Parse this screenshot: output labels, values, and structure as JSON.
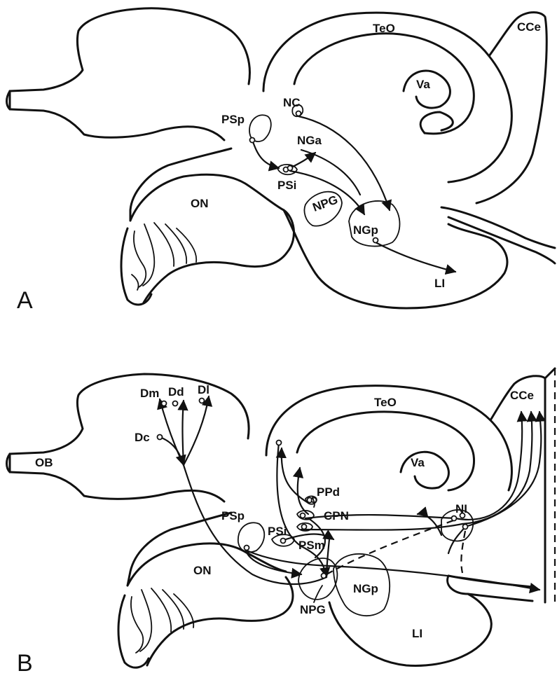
{
  "panel_a": {
    "label": "A",
    "structures": {
      "teo": "TeO",
      "cce": "CCe",
      "va": "Va",
      "nc": "NC",
      "psp": "PSp",
      "nga": "NGa",
      "psi": "PSi",
      "npg": "NPG",
      "on": "ON",
      "ngp": "NGp",
      "li": "LI"
    }
  },
  "panel_b": {
    "label": "B",
    "structures": {
      "dm": "Dm",
      "dd": "Dd",
      "dl": "Dl",
      "dc": "Dc",
      "ob": "OB",
      "teo": "TeO",
      "cce": "CCe",
      "va": "Va",
      "ppd": "PPd",
      "psp": "PSp",
      "ni": "NI",
      "cpn": "CPN",
      "psi": "PSi",
      "psm": "PSm",
      "on": "ON",
      "ngp": "NGp",
      "npg": "NPG",
      "li": "LI"
    }
  }
}
